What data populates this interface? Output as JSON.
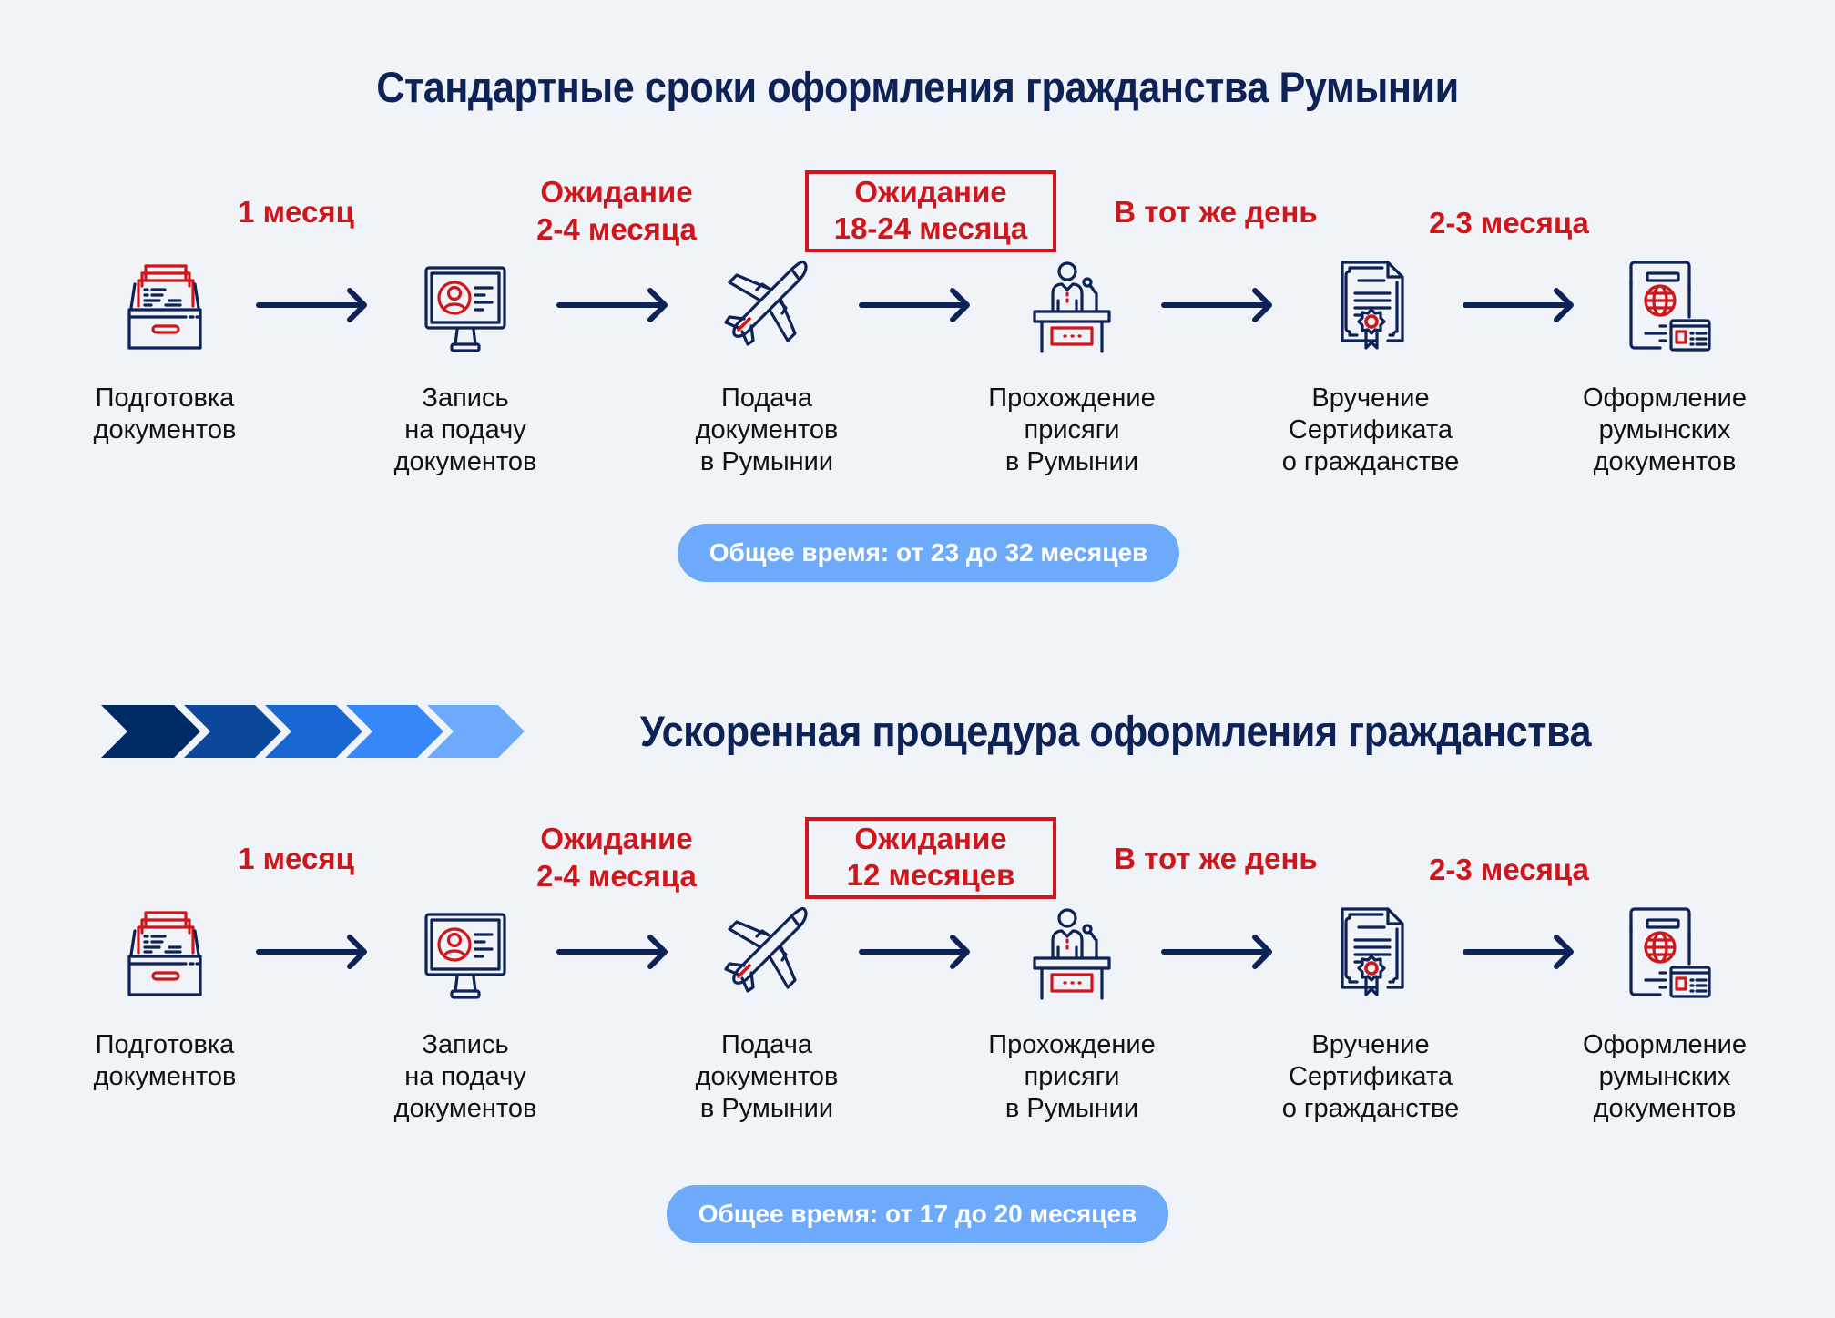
{
  "colors": {
    "title": "#0d2257",
    "accent_red": "#d0161a",
    "icon_navy": "#0d2257",
    "pill_bg": "#6eaafc",
    "pill_text": "#ffffff",
    "background": "#f0f3f7",
    "chevrons": [
      "#002a66",
      "#0c479b",
      "#1967d2",
      "#3688f8",
      "#6eaafc"
    ]
  },
  "sections": [
    {
      "title": "Стандартные сроки оформления гражданства Румынии",
      "durations": [
        {
          "lines": [
            "1 месяц"
          ],
          "boxed": false
        },
        {
          "lines": [
            "Ожидание",
            "2-4 месяца"
          ],
          "boxed": false
        },
        {
          "lines": [
            "Ожидание",
            "18-24 месяца"
          ],
          "boxed": true
        },
        {
          "lines": [
            "В тот же день"
          ],
          "boxed": false
        },
        {
          "lines": [
            "2-3 месяца"
          ],
          "boxed": false
        }
      ],
      "steps": [
        {
          "icon": "file-drawer-icon",
          "lines": [
            "Подготовка",
            "документов"
          ]
        },
        {
          "icon": "monitor-profile-icon",
          "lines": [
            "Запись",
            "на подачу",
            "документов"
          ]
        },
        {
          "icon": "airplane-icon",
          "lines": [
            "Подача",
            "документов",
            "в Румынии"
          ]
        },
        {
          "icon": "podium-speaker-icon",
          "lines": [
            "Прохождение",
            "присяги",
            "в Румынии"
          ]
        },
        {
          "icon": "certificate-icon",
          "lines": [
            "Вручение",
            "Сертификата",
            "о гражданстве"
          ]
        },
        {
          "icon": "passport-id-icon",
          "lines": [
            "Оформление",
            "румынских",
            "документов"
          ]
        }
      ],
      "total": "Общее время: от 23 до 32 месяцев"
    },
    {
      "title": "Ускоренная процедура оформления гражданства",
      "durations": [
        {
          "lines": [
            "1 месяц"
          ],
          "boxed": false
        },
        {
          "lines": [
            "Ожидание",
            "2-4 месяца"
          ],
          "boxed": false
        },
        {
          "lines": [
            "Ожидание",
            "12 месяцев"
          ],
          "boxed": true
        },
        {
          "lines": [
            "В тот же день"
          ],
          "boxed": false
        },
        {
          "lines": [
            "2-3 месяца"
          ],
          "boxed": false
        }
      ],
      "steps": [
        {
          "icon": "file-drawer-icon",
          "lines": [
            "Подготовка",
            "документов"
          ]
        },
        {
          "icon": "monitor-profile-icon",
          "lines": [
            "Запись",
            "на подачу",
            "документов"
          ]
        },
        {
          "icon": "airplane-icon",
          "lines": [
            "Подача",
            "документов",
            "в Румынии"
          ]
        },
        {
          "icon": "podium-speaker-icon",
          "lines": [
            "Прохождение",
            "присяги",
            "в Румынии"
          ]
        },
        {
          "icon": "certificate-icon",
          "lines": [
            "Вручение",
            "Сертификата",
            "о гражданстве"
          ]
        },
        {
          "icon": "passport-id-icon",
          "lines": [
            "Оформление",
            "румынских",
            "документов"
          ]
        }
      ],
      "total": "Общее время: от 17 до 20 месяцев"
    }
  ]
}
